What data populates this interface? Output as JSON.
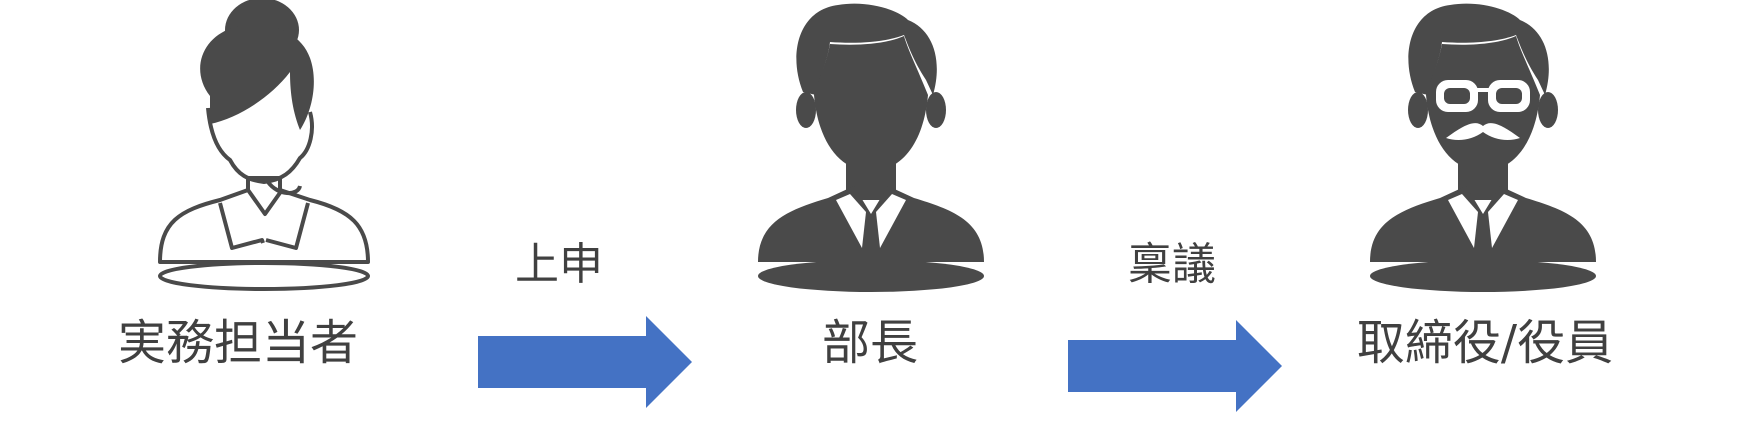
{
  "roles": {
    "staff": "実務担当者",
    "manager": "部長",
    "executive": "取締役/役員"
  },
  "steps": {
    "first": "上申",
    "second": "稟議"
  },
  "colors": {
    "icon": "#4a4a4a",
    "arrow": "#4472c4",
    "text": "#404040"
  },
  "icons": [
    "businesswoman-icon",
    "businessman-icon",
    "executive-with-glasses-icon"
  ]
}
